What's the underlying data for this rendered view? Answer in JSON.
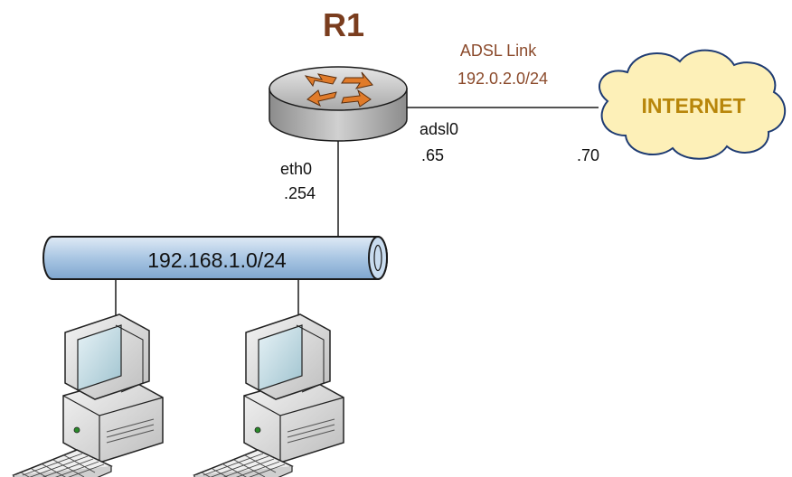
{
  "router": {
    "name": "R1",
    "if_wan_name": "adsl0",
    "if_wan_ip": ".65",
    "if_lan_name": "eth0",
    "if_lan_ip": ".254"
  },
  "wan_link": {
    "label": "ADSL Link",
    "subnet": "192.0.2.0/24",
    "remote_ip": ".70"
  },
  "internet": {
    "label": "INTERNET"
  },
  "lan": {
    "subnet": "192.168.1.0/24"
  },
  "colors": {
    "router_label": "#7a3d1e",
    "link_label": "#8b4a2b",
    "internet_label": "#b8860b",
    "cloud_fill": "#fdf0b8",
    "cloud_stroke": "#1f3c73",
    "lan_bus_fill": "#b9d3ea",
    "lan_bus_stroke": "#1a1a1a",
    "router_body": "#c8c8c8",
    "router_arrows": "#e07b2a"
  },
  "icons": {
    "router": "router-icon",
    "cloud": "cloud-icon",
    "workstation": "workstation-icon"
  }
}
